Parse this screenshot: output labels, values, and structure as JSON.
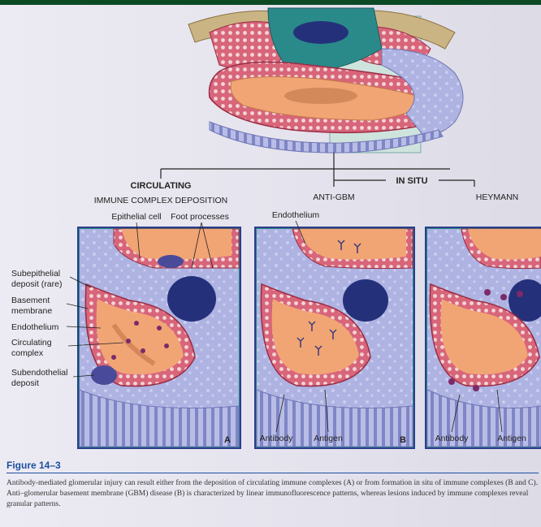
{
  "labels": {
    "circulating": "CIRCULATING",
    "immune_complex": "IMMUNE COMPLEX DEPOSITION",
    "in_situ": "IN SITU",
    "anti_gbm": "ANTI-GBM",
    "heymann": "HEYMANN",
    "epithelial_cell": "Epithelial cell",
    "foot_processes": "Foot processes",
    "endothelium_top": "Endothelium",
    "subepithelial_1": "Subepithelial",
    "subepithelial_2": "deposit (rare)",
    "basement_1": "Basement",
    "basement_2": "membrane",
    "endothelium_left": "Endothelium",
    "circulating_1": "Circulating",
    "circulating_2": "complex",
    "subendothelial_1": "Subendothelial",
    "subendothelial_2": "deposit",
    "panel_a": "A",
    "panel_b": "B",
    "antibody_b": "Antibody",
    "antigen_b": "Antigen",
    "antibody_c": "Antibody",
    "antigen_c": "Antigen"
  },
  "figure": {
    "number": "Figure 14–3",
    "caption": "Antibody-mediated glomerular injury can result either from the deposition of circulating immune complexes (A) or from formation in situ of immune complexes (B and C). Anti–glomerular basement membrane (GBM) disease (B) is characterized by linear immunofluorescence patterns, whereas lesions induced by immune complexes reveal granular patterns."
  },
  "colors": {
    "header_bar": "#0c4a24",
    "basement_membrane": "#d8657a",
    "endothelium": "#f1a574",
    "epithelium": "#a9aee0",
    "nucleus": "#24317a",
    "lumen": "#2a8a8a",
    "panel_border": "#2a3e8a",
    "caption_title": "#1c4fa0"
  }
}
